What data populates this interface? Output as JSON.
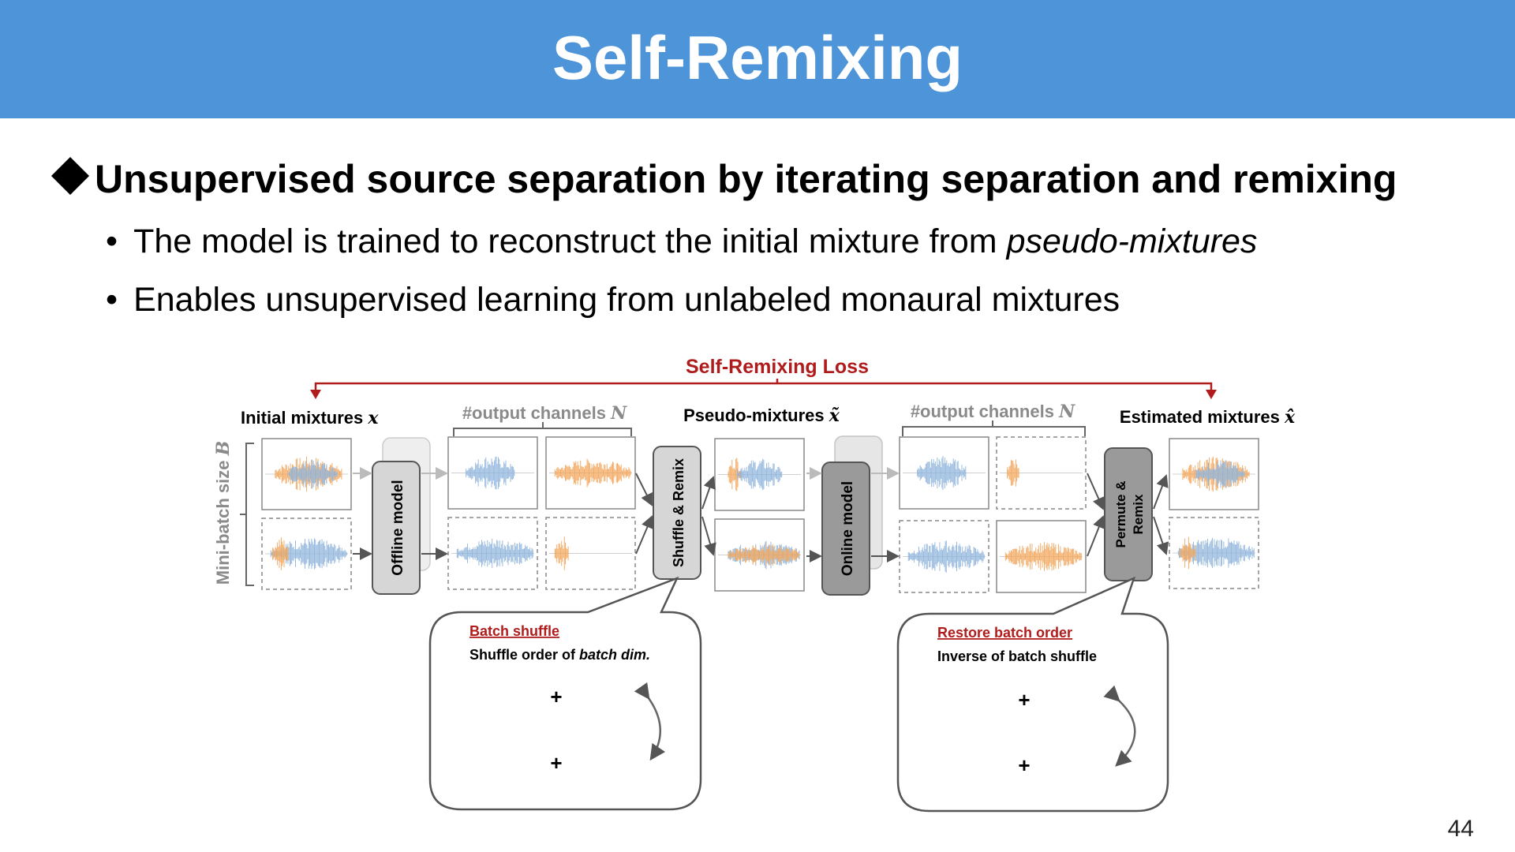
{
  "slide": {
    "title": "Self-Remixing",
    "heading": "Unsupervised source separation by iterating separation and remixing",
    "bullets": [
      {
        "prefix": "The model is trained to reconstruct the initial mixture from ",
        "emphasis": "pseudo-mixtures"
      },
      {
        "prefix": "Enables unsupervised learning from unlabeled monaural mixtures",
        "emphasis": ""
      }
    ],
    "page_number": "44"
  },
  "diagram": {
    "loss_label": "Self-Remixing Loss",
    "initial_mixtures_label": "Initial mixtures",
    "initial_mixtures_symbol": "x",
    "output_channels_label_1": "#output channels",
    "output_channels_symbol_1": "N",
    "pseudo_mixtures_label": "Pseudo-mixtures",
    "pseudo_mixtures_symbol": "x̃",
    "output_channels_label_2": "#output channels",
    "output_channels_symbol_2": "N",
    "estimated_mixtures_label": "Estimated mixtures",
    "estimated_mixtures_symbol": "x̂",
    "minibatch_label": "Mini-batch size",
    "minibatch_symbol": "B",
    "offline_model_label": "Offline model",
    "shuffle_remix_label": "Shuffle & Remix",
    "online_model_label": "Online model",
    "permute_remix_label_line1": "Permute &",
    "permute_remix_label_line2": "Remix",
    "batch_shuffle_title": "Batch shuffle",
    "batch_shuffle_desc_prefix": "Shuffle order of ",
    "batch_shuffle_desc_emphasis": "batch dim.",
    "restore_title": "Restore batch order",
    "restore_desc": "Inverse of batch shuffle",
    "plus_symbol": "+",
    "colors": {
      "title_bar": "#4d94d9",
      "loss_red": "#b01b1b",
      "blue_wave": "#8fb4dc",
      "orange_wave": "#f2a65a",
      "block_light": "#d6d6d6",
      "block_dark": "#9a9a9a",
      "label_gray": "#8a8a8a"
    }
  }
}
